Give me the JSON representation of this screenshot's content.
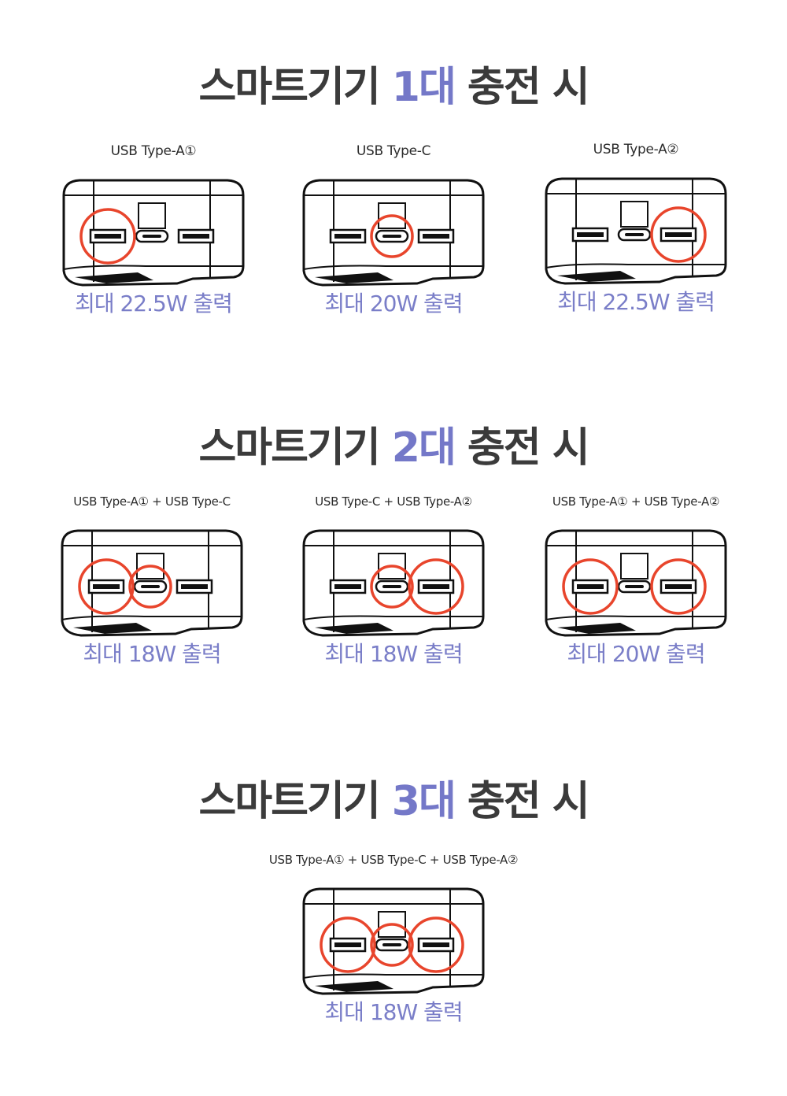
{
  "sections": [
    {
      "heading_prefix": "스마트기기",
      "heading_count": "1대",
      "heading_suffix": "충전 시",
      "items": [
        {
          "port_label": "USB Type-A①",
          "output": "최대 22.5W 출력",
          "highlight": [
            "a1"
          ]
        },
        {
          "port_label": "USB Type-C",
          "output": "최대 20W 출력",
          "highlight": [
            "c"
          ]
        },
        {
          "port_label": "USB Type-A②",
          "output": "최대 22.5W 출력",
          "highlight": [
            "a2"
          ]
        }
      ]
    },
    {
      "heading_prefix": "스마트기기",
      "heading_count": "2대",
      "heading_suffix": "충전 시",
      "items": [
        {
          "port_label": "USB Type-A① + USB Type-C",
          "output": "최대 18W 출력",
          "highlight": [
            "a1",
            "c"
          ]
        },
        {
          "port_label": "USB Type-C + USB Type-A②",
          "output": "최대 18W 출력",
          "highlight": [
            "c",
            "a2"
          ]
        },
        {
          "port_label": "USB Type-A① + USB Type-A②",
          "output": "최대 20W 출력",
          "highlight": [
            "a1",
            "a2"
          ]
        }
      ]
    },
    {
      "heading_prefix": "스마트기기",
      "heading_count": "3대",
      "heading_suffix": "충전 시",
      "items": [
        {
          "port_label": "USB Type-A① + USB Type-C +  USB Type-A②",
          "output": "최대 18W 출력",
          "highlight": [
            "a1",
            "c",
            "a2"
          ]
        }
      ]
    }
  ],
  "colors": {
    "accent": "#7478c8",
    "output_text": "#7a7ec8",
    "highlight_circle": "#e8452c",
    "heading": "#3b3b3b"
  }
}
